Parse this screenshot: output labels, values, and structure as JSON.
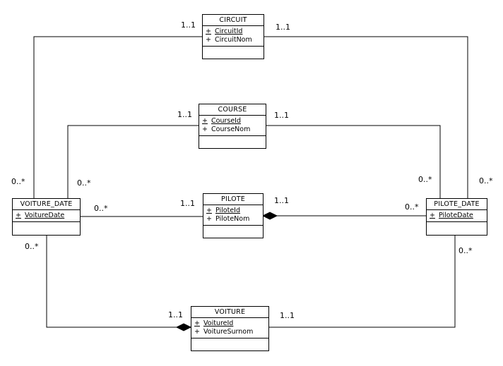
{
  "entities": {
    "circuit": {
      "name": "CIRCUIT",
      "attributes": [
        {
          "vis": "+",
          "name": "CircuitId",
          "key": true
        },
        {
          "vis": "+",
          "name": "CircuitNom",
          "key": false
        }
      ]
    },
    "course": {
      "name": "COURSE",
      "attributes": [
        {
          "vis": "+",
          "name": "CourseId",
          "key": true
        },
        {
          "vis": "+",
          "name": "CourseNom",
          "key": false
        }
      ]
    },
    "pilote": {
      "name": "PILOTE",
      "attributes": [
        {
          "vis": "+",
          "name": "PiloteId",
          "key": true
        },
        {
          "vis": "+",
          "name": "PiloteNom",
          "key": false
        }
      ]
    },
    "voiture_date": {
      "name": "VOITURE_DATE",
      "attributes": [
        {
          "vis": "+",
          "name": "VoitureDate",
          "key": true
        }
      ]
    },
    "pilote_date": {
      "name": "PILOTE_DATE",
      "attributes": [
        {
          "vis": "+",
          "name": "PiloteDate",
          "key": true
        }
      ]
    },
    "voiture": {
      "name": "VOITURE",
      "attributes": [
        {
          "vis": "+",
          "name": "VoitureId",
          "key": true
        },
        {
          "vis": "+",
          "name": "VoitureSurnom",
          "key": false
        }
      ]
    }
  },
  "multiplicities": {
    "circuit_left": "1..1",
    "circuit_right": "1..1",
    "vd_circuit": "0..*",
    "pd_circuit": "0..*",
    "course_left": "1..1",
    "course_right": "1..1",
    "vd_course": "0..*",
    "pd_course": "0..*",
    "vd_pilote": "0..*",
    "pilote_left": "1..1",
    "pilote_right": "1..1",
    "pd_pilote": "0..*",
    "vd_voiture": "0..*",
    "pd_voiture": "0..*",
    "voiture_left": "1..1",
    "voiture_right": "1..1"
  }
}
